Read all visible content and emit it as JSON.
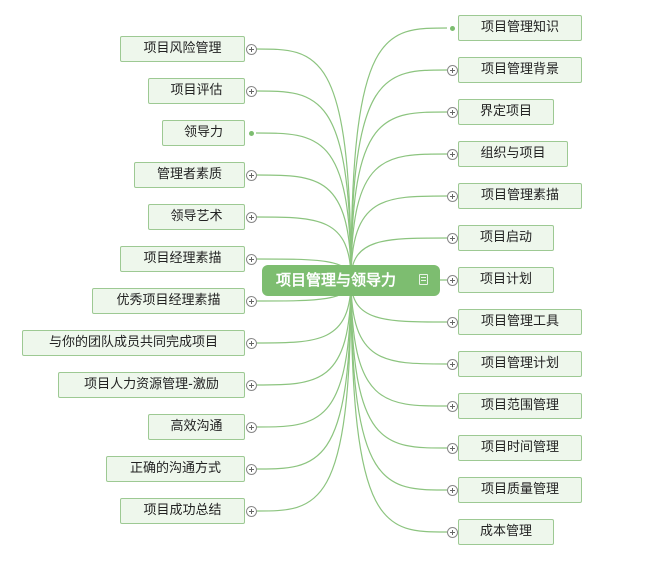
{
  "central": {
    "label": "项目管理与领导力",
    "note_icon": "note-icon"
  },
  "left_topics": [
    {
      "label": "项目风险管理",
      "control": "expand"
    },
    {
      "label": "项目评估",
      "control": "expand"
    },
    {
      "label": "领导力",
      "control": "dot"
    },
    {
      "label": "管理者素质",
      "control": "expand"
    },
    {
      "label": "领导艺术",
      "control": "expand"
    },
    {
      "label": "项目经理素描",
      "control": "expand"
    },
    {
      "label": "优秀项目经理素描",
      "control": "expand"
    },
    {
      "label": "与你的团队成员共同完成项目",
      "control": "expand"
    },
    {
      "label": "项目人力资源管理-激励",
      "control": "expand"
    },
    {
      "label": "高效沟通",
      "control": "expand"
    },
    {
      "label": "正确的沟通方式",
      "control": "expand"
    },
    {
      "label": "项目成功总结",
      "control": "expand"
    }
  ],
  "right_topics": [
    {
      "label": "项目管理知识",
      "control": "dot"
    },
    {
      "label": "项目管理背景",
      "control": "expand"
    },
    {
      "label": "界定项目",
      "control": "expand"
    },
    {
      "label": "组织与项目",
      "control": "expand"
    },
    {
      "label": "项目管理素描",
      "control": "expand"
    },
    {
      "label": "项目启动",
      "control": "expand"
    },
    {
      "label": "项目计划",
      "control": "expand"
    },
    {
      "label": "项目管理工具",
      "control": "expand"
    },
    {
      "label": "项目管理计划",
      "control": "expand"
    },
    {
      "label": "项目范围管理",
      "control": "expand"
    },
    {
      "label": "项目时间管理",
      "control": "expand"
    },
    {
      "label": "项目质量管理",
      "control": "expand"
    },
    {
      "label": "成本管理",
      "control": "expand"
    }
  ],
  "colors": {
    "branch": "#8cc47f",
    "central": "#7dbd70",
    "topic_border": "#9dc993",
    "topic_fill": "#eef7ec"
  }
}
